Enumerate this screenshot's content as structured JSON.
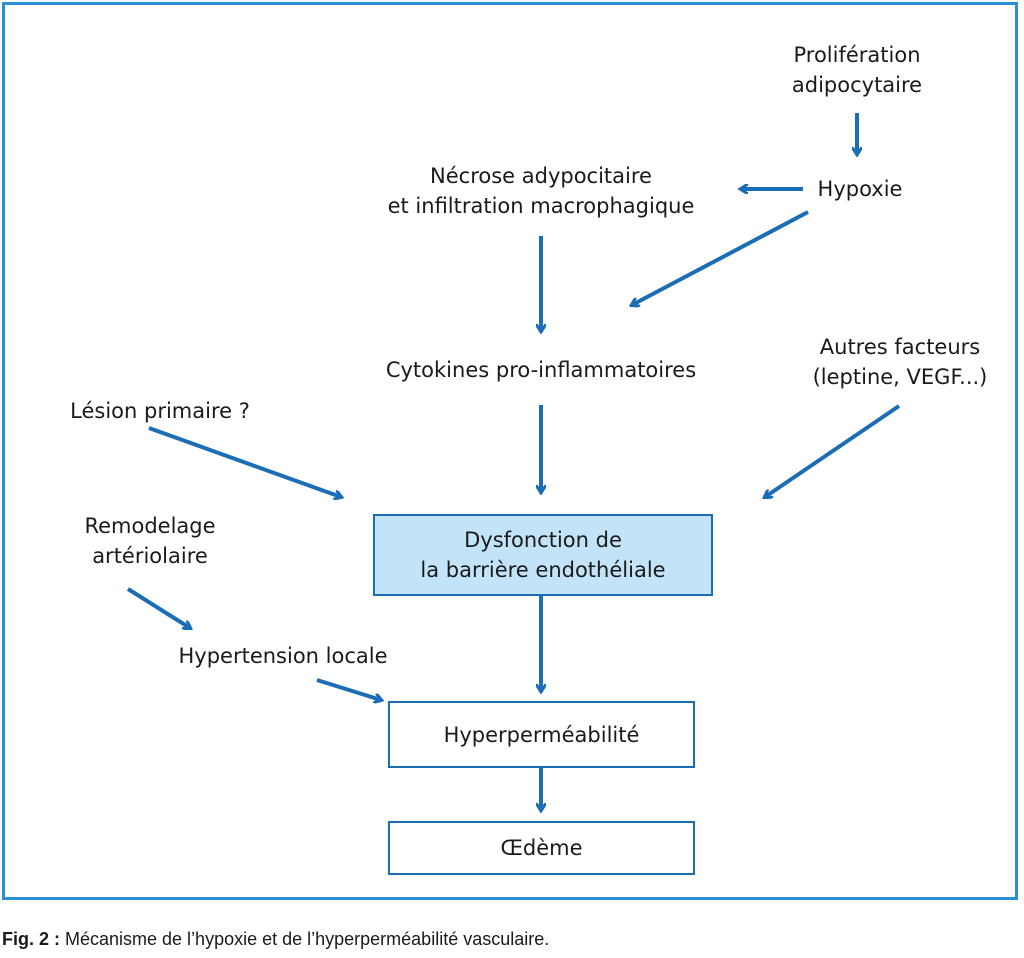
{
  "diagram": {
    "nodes": {
      "proliferation": {
        "line1": "Prolifération",
        "line2": "adipocytaire"
      },
      "hypoxie": "Hypoxie",
      "necrose": {
        "line1": "Nécrose adypocitaire",
        "line2": "et infiltration macrophagique"
      },
      "cytokines": "Cytokines pro-inflammatoires",
      "autres": {
        "line1": "Autres facteurs",
        "line2": "(leptine, VEGF...)"
      },
      "lesion": "Lésion primaire ?",
      "remodelage": {
        "line1": "Remodelage",
        "line2": "artériolaire"
      },
      "hypertension": "Hypertension locale",
      "dysfonction": {
        "line1": "Dysfonction de",
        "line2": "la barrière endothéliale"
      },
      "hyperpermeabilite": "Hyperperméabilité",
      "oedeme": "Œdème"
    },
    "edges": [
      {
        "from": "proliferation",
        "to": "hypoxie"
      },
      {
        "from": "hypoxie",
        "to": "necrose"
      },
      {
        "from": "hypoxie",
        "to": "cytokines"
      },
      {
        "from": "necrose",
        "to": "cytokines"
      },
      {
        "from": "cytokines",
        "to": "dysfonction"
      },
      {
        "from": "lesion",
        "to": "dysfonction"
      },
      {
        "from": "autres",
        "to": "dysfonction"
      },
      {
        "from": "remodelage",
        "to": "hypertension"
      },
      {
        "from": "hypertension",
        "to": "hyperpermeabilite"
      },
      {
        "from": "dysfonction",
        "to": "hyperpermeabilite"
      },
      {
        "from": "hyperpermeabilite",
        "to": "oedeme"
      }
    ],
    "colors": {
      "frame": "#2b8fd6",
      "arrow": "#1b6db5",
      "highlight_fill": "#c3e4f8"
    }
  },
  "caption": {
    "label": "Fig. 2 :",
    "text": " Mécanisme de l’hypoxie et de l’hyperperméabilité vasculaire."
  }
}
